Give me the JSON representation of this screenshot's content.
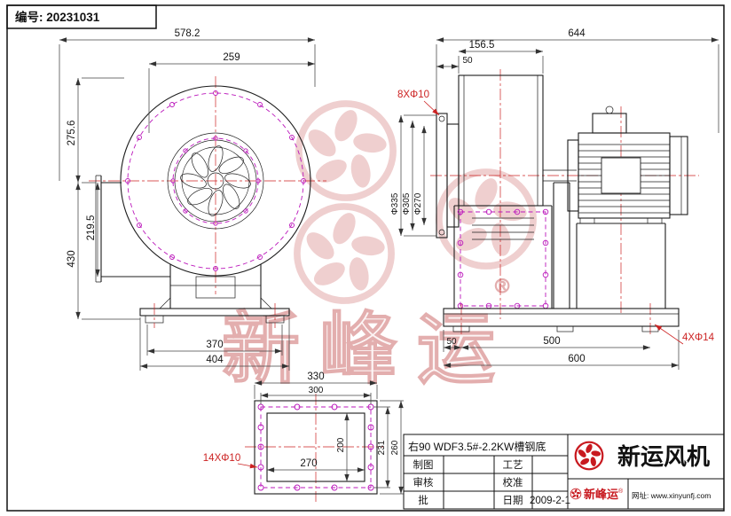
{
  "serial": {
    "label": "编号: 20231031"
  },
  "watermark": {
    "brand": "新峰运",
    "registered": "®"
  },
  "front_view": {
    "dims": {
      "overall_width": "578.2",
      "inlet_to_right": "259",
      "top_to_outlet": "275.6",
      "outlet_height": "219.5",
      "outlet_to_base": "430",
      "foot_span": "370",
      "base_width": "404"
    }
  },
  "side_view": {
    "dims": {
      "overall_length": "644",
      "housing_width": "156.5",
      "inlet_offset": "50",
      "inlet_bolts": "8XΦ10",
      "flange_od": "Φ335",
      "bolt_circle": "Φ305",
      "inlet_id": "Φ270",
      "base_front_offset": "50",
      "foot_spacing": "500",
      "base_length": "600",
      "base_bolts": "4XΦ14"
    }
  },
  "flange_view": {
    "dims": {
      "outer_width": "330",
      "bolt_width": "300",
      "opening_width": "270",
      "opening_height": "200",
      "bolt_height": "231",
      "outer_height": "260",
      "bolts": "14XΦ10"
    }
  },
  "title_block": {
    "product": "右90 WDF3.5#-2.2KW槽钢底",
    "company": "新运风机",
    "brand": "新峰运",
    "registered": "®",
    "website": "网址: www.xinyunfj.com",
    "fields": {
      "drawn": "制图",
      "checked": "审核",
      "approved": "批",
      "process": "工艺",
      "calibrated": "校准",
      "date_label": "日期",
      "date_value": "2009-2-1"
    }
  },
  "colors": {
    "dimension_red": "#cc2222",
    "bolt_magenta": "#bb17bb",
    "brand_red": "#c8191f",
    "watermark_pink": "#e0a0a0"
  }
}
